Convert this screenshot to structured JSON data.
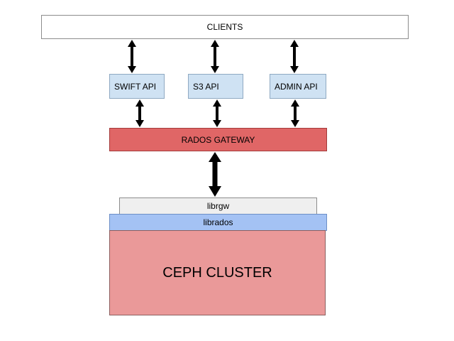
{
  "diagram": {
    "clients": "CLIENTS",
    "apis": [
      "SWIFT API",
      "S3 API",
      "ADMIN API"
    ],
    "gateway": "RADOS GATEWAY",
    "librgw": "librgw",
    "librados": "librados",
    "cluster": "CEPH CLUSTER"
  },
  "colors": {
    "api_fill": "#cfe2f3",
    "gateway_fill": "#e06666",
    "librgw_fill": "#efefef",
    "librados_fill": "#a4c2f4",
    "cluster_fill": "#ea9999",
    "arrow": "#000000"
  }
}
